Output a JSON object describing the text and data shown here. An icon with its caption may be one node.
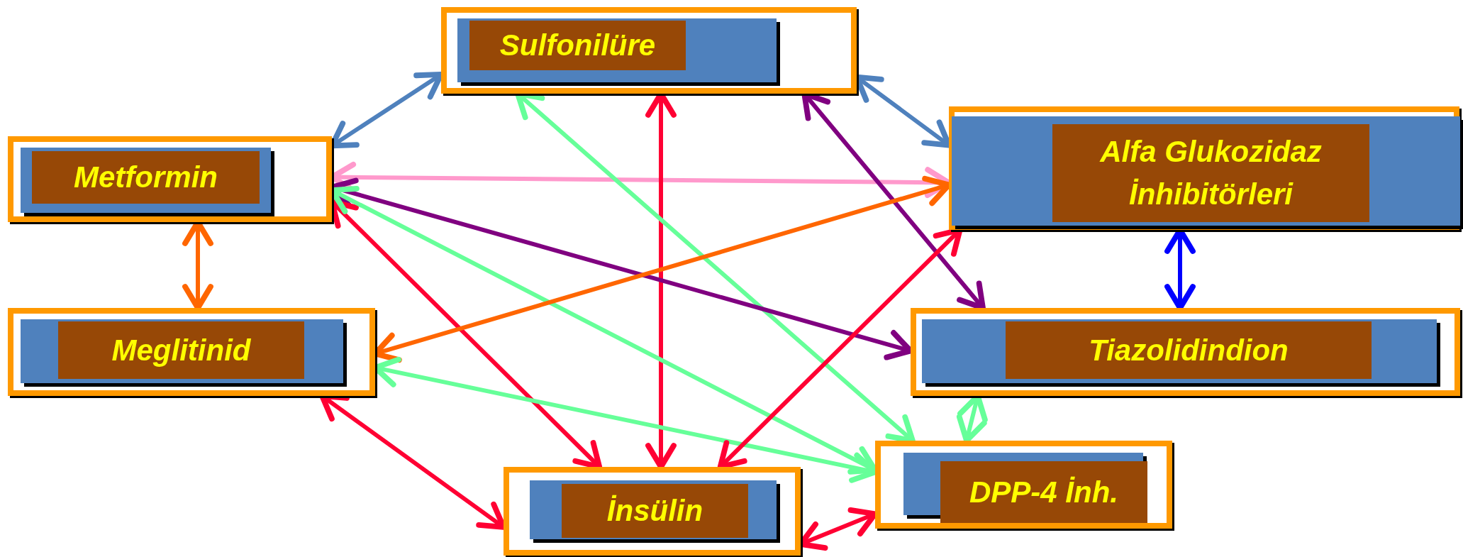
{
  "diagram": {
    "nodes": [
      {
        "text": [
          "Sulfonilüre"
        ]
      },
      {
        "text": [
          "Metformin"
        ]
      },
      {
        "text": [
          "Alfa Glukozidaz İnhibitörleri"
        ]
      },
      {
        "text": [
          "Meglitinid"
        ]
      },
      {
        "text": [
          "Tiazolidindion"
        ]
      },
      {
        "text": [
          "İnsülin"
        ]
      },
      {
        "text": [
          "DPP-4 İnh."
        ]
      }
    ],
    "edges": [
      {
        "from": 1,
        "to": 0,
        "arrow": "both",
        "color": "#4f81bd"
      },
      {
        "from": 0,
        "to": 2,
        "arrow": "both",
        "color": "#4f81bd"
      },
      {
        "from": 1,
        "to": 2,
        "arrow": "both",
        "color": "#ff99cc"
      },
      {
        "from": 1,
        "to": 3,
        "arrow": "both",
        "color": "#ff6600"
      },
      {
        "from": 2,
        "to": 4,
        "arrow": "both",
        "color": "#0000ff"
      },
      {
        "from": 0,
        "to": 5,
        "arrow": "both",
        "color": "#ff0033"
      },
      {
        "from": 0,
        "to": 4,
        "arrow": "both",
        "color": "#800080"
      },
      {
        "from": 0,
        "to": 6,
        "arrow": "both",
        "color": "#66ff99"
      },
      {
        "from": 1,
        "to": 4,
        "arrow": "both",
        "color": "#800080"
      },
      {
        "from": 1,
        "to": 5,
        "arrow": "both",
        "color": "#ff0033"
      },
      {
        "from": 1,
        "to": 6,
        "arrow": "both",
        "color": "#66ff99"
      },
      {
        "from": 3,
        "to": 2,
        "arrow": "both",
        "color": "#ff6600"
      },
      {
        "from": 3,
        "to": 6,
        "arrow": "both",
        "color": "#66ff99"
      },
      {
        "from": 3,
        "to": 5,
        "arrow": "both",
        "color": "#ff0033"
      },
      {
        "from": 2,
        "to": 5,
        "arrow": "both",
        "color": "#ff0033"
      },
      {
        "from": 4,
        "to": 6,
        "arrow": "both",
        "color": "#66ff99"
      },
      {
        "from": 5,
        "to": 6,
        "arrow": "both",
        "color": "#ff0033"
      }
    ]
  }
}
